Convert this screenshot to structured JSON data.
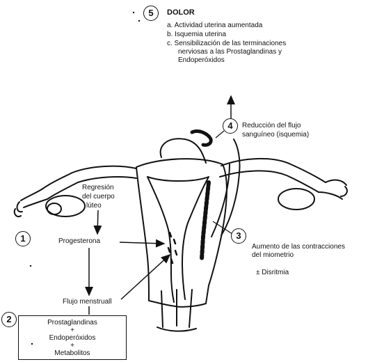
{
  "dolor": {
    "number": "5",
    "title": "DOLOR",
    "items": [
      "a. Actividad uterina aumentada",
      "b. Isquemia uterina",
      "c. Sensibilización de las terminaciones",
      "nerviosas a las Prostaglandinas y",
      "Endoperóxidos"
    ]
  },
  "reduccion": {
    "number": "4",
    "line1": "Reducción del flujo",
    "line2": "sanguíneo (isquemia)"
  },
  "regresion": {
    "lines": [
      "Regresión",
      "del cuerpo",
      "lúteo"
    ]
  },
  "progesterona": {
    "number": "1",
    "label": "Progesterona"
  },
  "contracciones": {
    "number": "3",
    "line1": "Aumento de las contracciones",
    "line2": "del miometrio",
    "dismenorrea": "± Disritmia"
  },
  "flujo": {
    "label": "Flujo menstruall"
  },
  "box2": {
    "number": "2",
    "lines": [
      "Prostaglandinas",
      "+",
      "Endoperóxidos",
      "+",
      "Metabolitos"
    ]
  }
}
